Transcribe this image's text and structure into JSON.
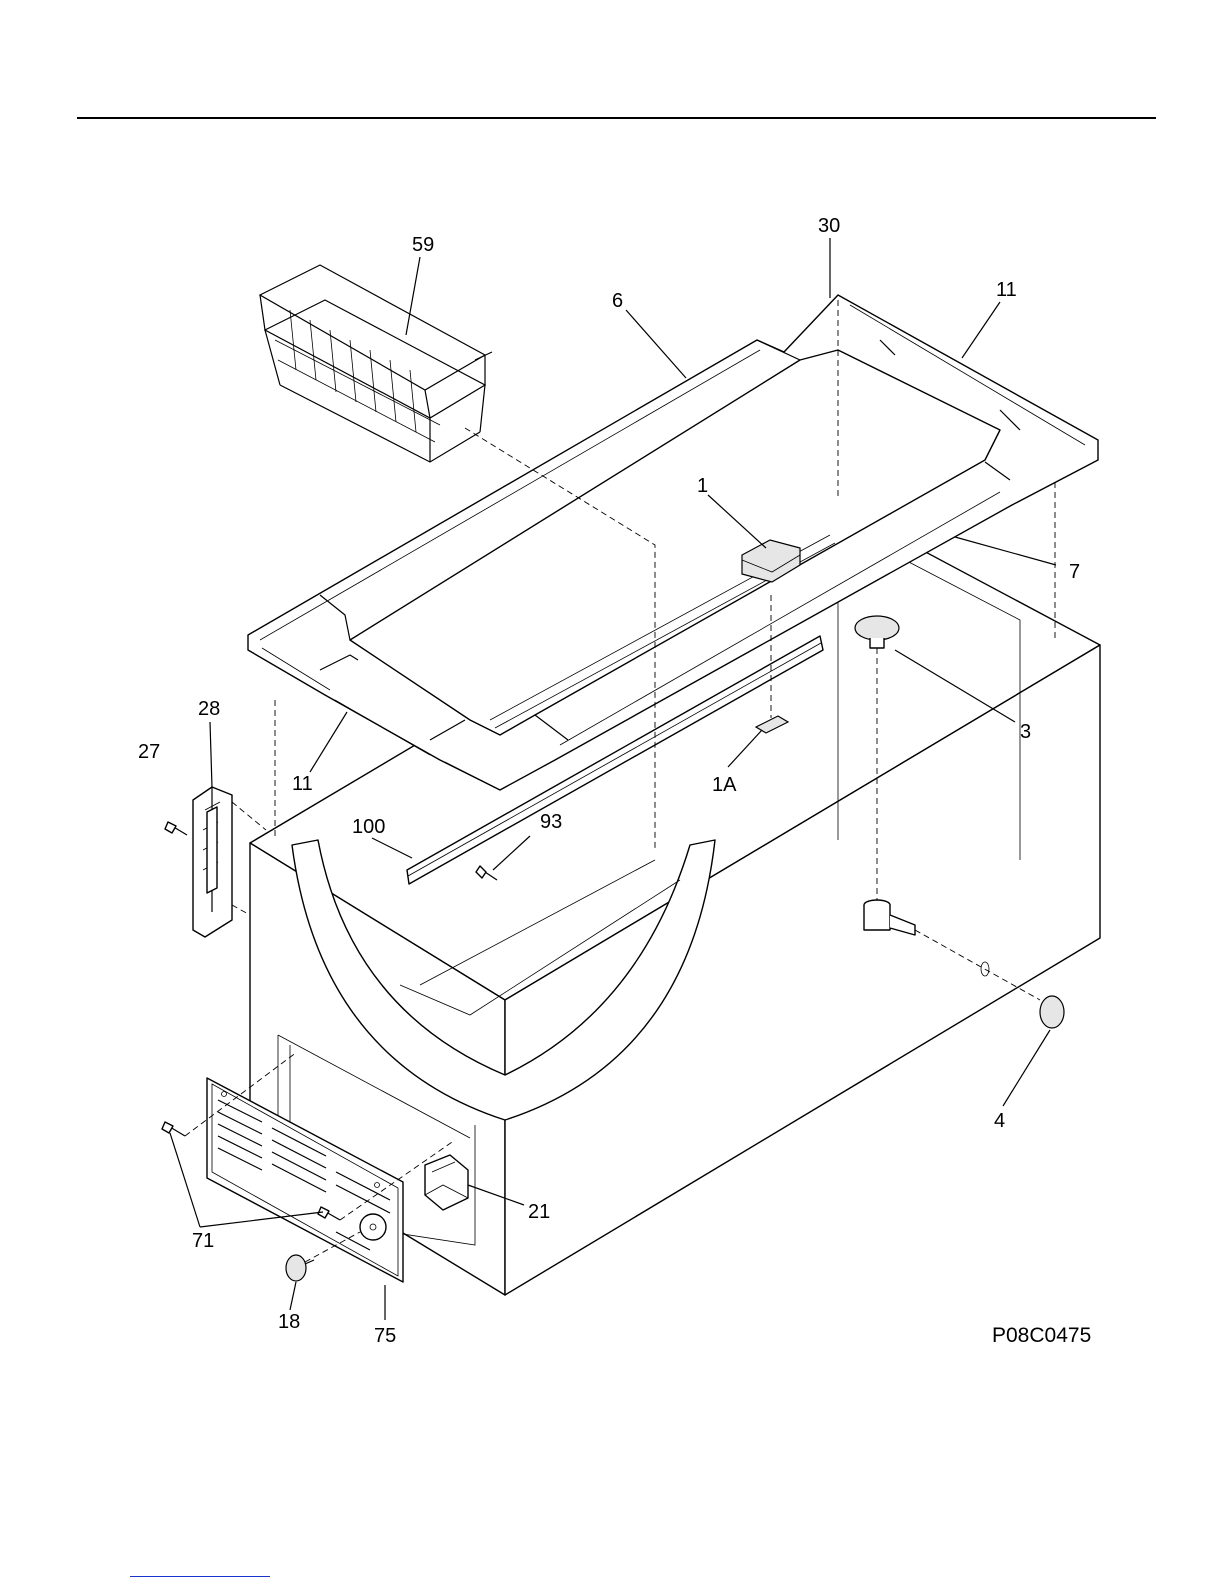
{
  "diagram": {
    "drawing_code": "P08C0475",
    "callouts": [
      "59",
      "30",
      "6",
      "11",
      "1",
      "7",
      "3",
      "28",
      "27",
      "11",
      "1A",
      "100",
      "93",
      "4",
      "21",
      "71",
      "18",
      "75"
    ]
  }
}
